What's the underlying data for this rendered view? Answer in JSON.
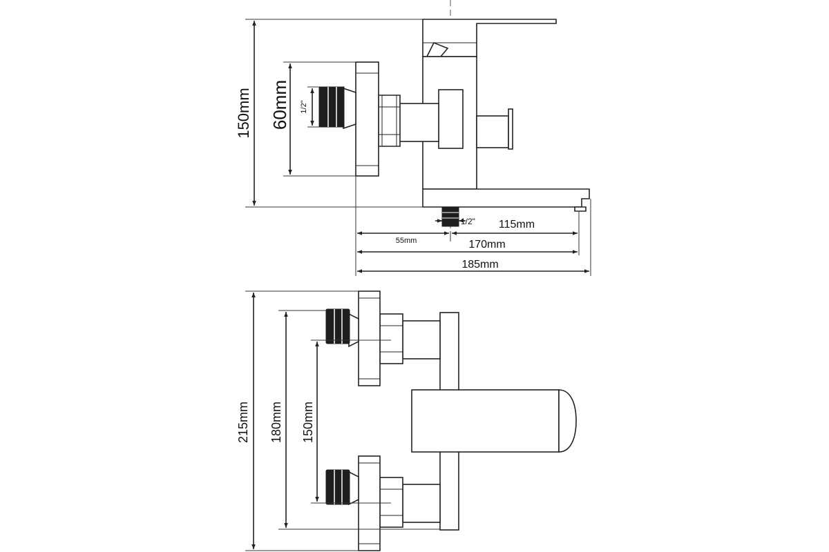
{
  "diagram": {
    "side_view": {
      "height_label": "150mm",
      "inlet_spacing_label": "60mm",
      "inlet_thread_label": "1/2\"",
      "outlet_thread_label": "1/2\"",
      "center_offset_label": "55mm",
      "spout_reach_label": "115mm",
      "reach_to_outlet_label": "170mm",
      "total_depth_label": "185mm"
    },
    "top_view": {
      "total_width_label": "215mm",
      "max_spacing_label": "180mm",
      "min_spacing_label": "150mm"
    }
  }
}
